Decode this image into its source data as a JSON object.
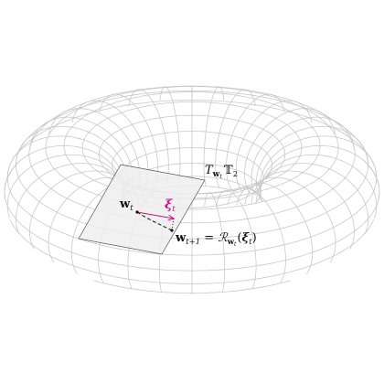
{
  "diagram": {
    "labels": {
      "tangent_space": {
        "base": "T",
        "sub": "w",
        "subsub": "t",
        "space": "𝕋",
        "space_sub": "2"
      },
      "point_wt": {
        "base": "w",
        "sub": "t"
      },
      "tangent_vector": {
        "base": "ξ",
        "sub": "t"
      },
      "next_point": {
        "base": "w",
        "sub": "t+1",
        "eq": " = ",
        "retraction": "ℛ",
        "retraction_sub_base": "w",
        "retraction_sub_sub": "t",
        "open": "(",
        "arg": "ξ",
        "arg_sub": "t",
        "close": ")"
      }
    },
    "colors": {
      "mesh": "#c8c8c8",
      "plane_fill": "#eeeeee",
      "plane_stroke": "#555555",
      "vector": "#d0108a",
      "text": "#111111"
    }
  }
}
